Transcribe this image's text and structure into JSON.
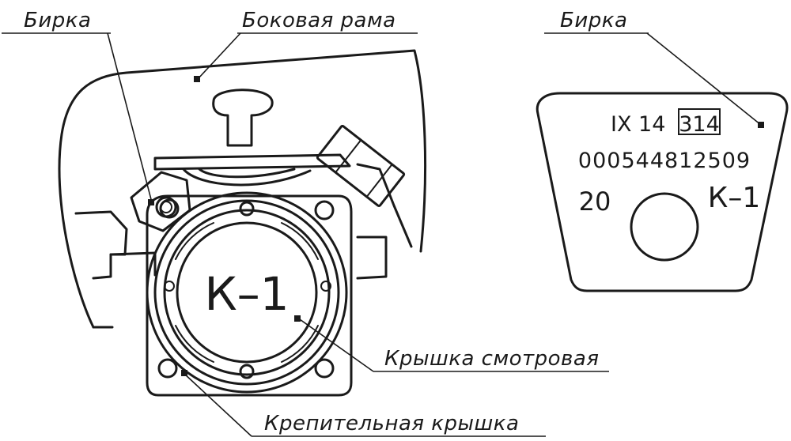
{
  "labels": {
    "tag_left": "Бирка",
    "side_frame": "Боковая рама",
    "tag_right": "Бирка",
    "inspection_cover": "Крышка смотровая",
    "fastening_cover": "Крепительная крышка"
  },
  "cover_marking": "К–1",
  "tag_plate": {
    "line1_prefix": "IX 14",
    "line1_boxed": "314",
    "serial": "000544812509",
    "left_number": "20",
    "right_code": "К–1"
  }
}
